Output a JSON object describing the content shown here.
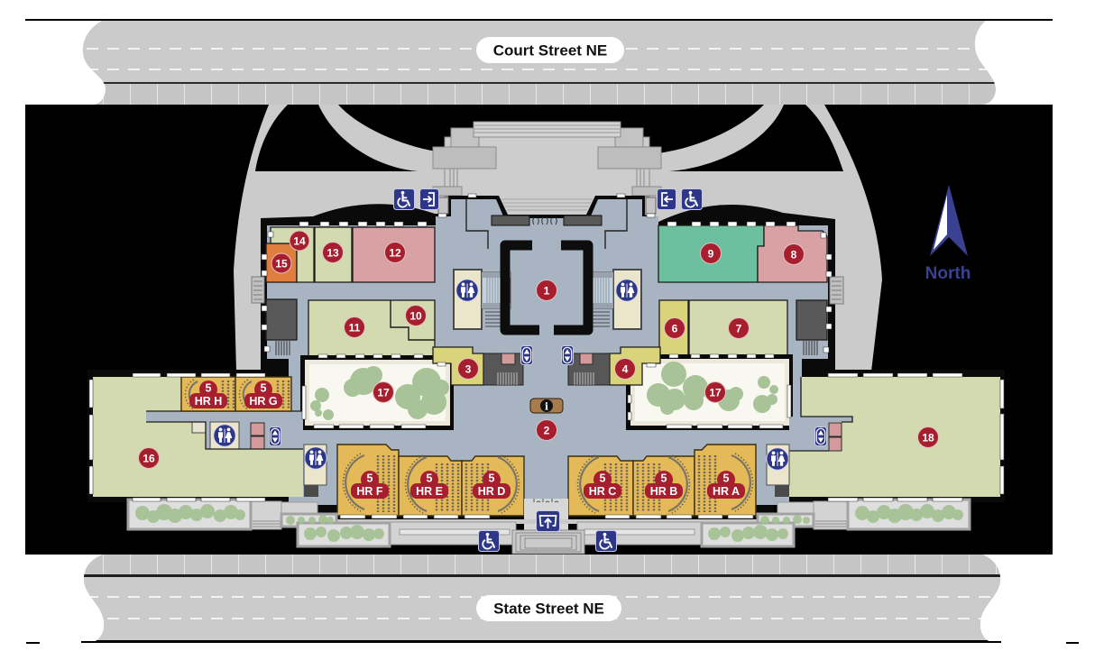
{
  "map": {
    "streets": {
      "north": "Court Street NE",
      "south": "State Street NE"
    },
    "compass": {
      "label": "North",
      "icon": "north-arrow-icon"
    },
    "room_markers": {
      "m1": "1",
      "m2": "2",
      "m3": "3",
      "m4": "4",
      "m6": "6",
      "m7": "7",
      "m8": "8",
      "m9": "9",
      "m10": "10",
      "m11": "11",
      "m12": "12",
      "m13": "13",
      "m14": "14",
      "m15": "15",
      "m16": "16",
      "m17_west": "17",
      "m17_east": "17",
      "m18": "18"
    },
    "hearing_rooms": [
      {
        "number": "5",
        "label": "HR H"
      },
      {
        "number": "5",
        "label": "HR G"
      },
      {
        "number": "5",
        "label": "HR F"
      },
      {
        "number": "5",
        "label": "HR E"
      },
      {
        "number": "5",
        "label": "HR D"
      },
      {
        "number": "5",
        "label": "HR C"
      },
      {
        "number": "5",
        "label": "HR B"
      },
      {
        "number": "5",
        "label": "HR A"
      }
    ],
    "info_desk": {
      "glyph": "i",
      "icon": "info-icon"
    },
    "icons": {
      "restroom": "restroom-icon",
      "elevator": "elevator-icon",
      "accessible": "wheelchair-icon",
      "entrance": "entrance-icon",
      "main_entrance": "main-entrance-icon",
      "information": "info-icon",
      "north_arrow": "north-arrow-icon"
    }
  },
  "colors": {
    "background": "#000000",
    "grounds": "#cbcbcb",
    "road": "#cbcbcb",
    "corridor": "#a8b4c1",
    "room_green": "#d3dab0",
    "room_pink": "#d8a2a4",
    "room_teal": "#6cbf9f",
    "room_orange": "#df7e3e",
    "room_yellow": "#d9d47a",
    "hearing_room_gold": "#e4ba58",
    "courtyard": "#f5f3ea",
    "mechanical": "#595959",
    "marker_red": "#a71f2f",
    "icon_navy": "#2e3787",
    "compass_navy": "#3a4190",
    "info_desk_brown": "#a87b4e"
  }
}
